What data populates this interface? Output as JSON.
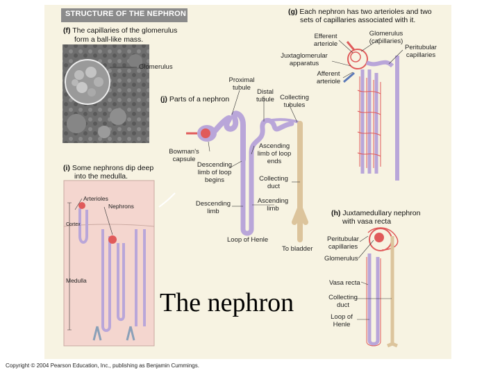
{
  "header": {
    "title": "STRUCTURE OF THE NEPHRON"
  },
  "panel_f": {
    "letter": "(f)",
    "caption_line1": "The capillaries of the glomerulus",
    "caption_line2": "form a ball-like mass.",
    "label": "Glomerulus"
  },
  "panel_g": {
    "letter": "(g)",
    "caption_line1": "Each nephron has two arterioles and two",
    "caption_line2": "sets of capillaries associated with it.",
    "labels": {
      "efferent_1": "Efferent",
      "efferent_2": "arteriole",
      "glomerulus_1": "Glomerulus",
      "glomerulus_2": "(capillaries)",
      "juxta_1": "Juxtaglomerular",
      "juxta_2": "apparatus",
      "peritubular_1": "Peritubular",
      "peritubular_2": "capillaries",
      "afferent_1": "Afferent",
      "afferent_2": "arteriole"
    }
  },
  "panel_j": {
    "letter": "(j)",
    "caption": "Parts of a nephron",
    "labels": {
      "proximal_1": "Proximal",
      "proximal_2": "tubule",
      "distal_1": "Distal",
      "distal_2": "tubule",
      "collecting_tubules_1": "Collecting",
      "collecting_tubules_2": "tubules",
      "bowmans_1": "Bowman's",
      "bowmans_2": "capsule",
      "ascending_limb_1": "Ascending",
      "ascending_limb_2": "limb of loop",
      "ascending_limb_3": "ends",
      "descending_begins_1": "Descending",
      "descending_begins_2": "limb of loop",
      "descending_begins_3": "begins",
      "collecting_duct_1": "Collecting",
      "collecting_duct_2": "duct",
      "descending_limb_1": "Descending",
      "descending_limb_2": "limb",
      "ascending_1": "Ascending",
      "ascending_2": "limb",
      "loop_of_henle": "Loop of Henle",
      "to_bladder": "To bladder"
    }
  },
  "panel_i": {
    "letter": "(i)",
    "caption_line1": "Some nephrons dip deep",
    "caption_line2": "into the medulla.",
    "labels": {
      "arterioles": "Arterioles",
      "nephrons": "Nephrons",
      "cortex": "Cortex",
      "medulla": "Medulla"
    }
  },
  "panel_h": {
    "letter": "(h)",
    "caption_line1": "Juxtamedullary nephron",
    "caption_line2": "with vasa recta",
    "labels": {
      "peritubular_1": "Peritubular",
      "peritubular_2": "capillaries",
      "glomerulus": "Glomerulus",
      "vasa_recta": "Vasa recta",
      "collecting_1": "Collecting",
      "collecting_2": "duct",
      "loop_1": "Loop of",
      "loop_2": "Henle"
    }
  },
  "slide_caption": "The nephron",
  "copyright": "Copyright © 2004 Pearson Education, Inc., publishing as Benjamin Cummings.",
  "colors": {
    "panel_background": "#f7f3e2",
    "header_bar": "#8b8b8b",
    "nephron_purple": "#b9a6d9",
    "capillary_red": "#e05a5a",
    "collecting_duct_tan": "#dcc49c",
    "kidney_section_pink": "#f4d6cf"
  }
}
